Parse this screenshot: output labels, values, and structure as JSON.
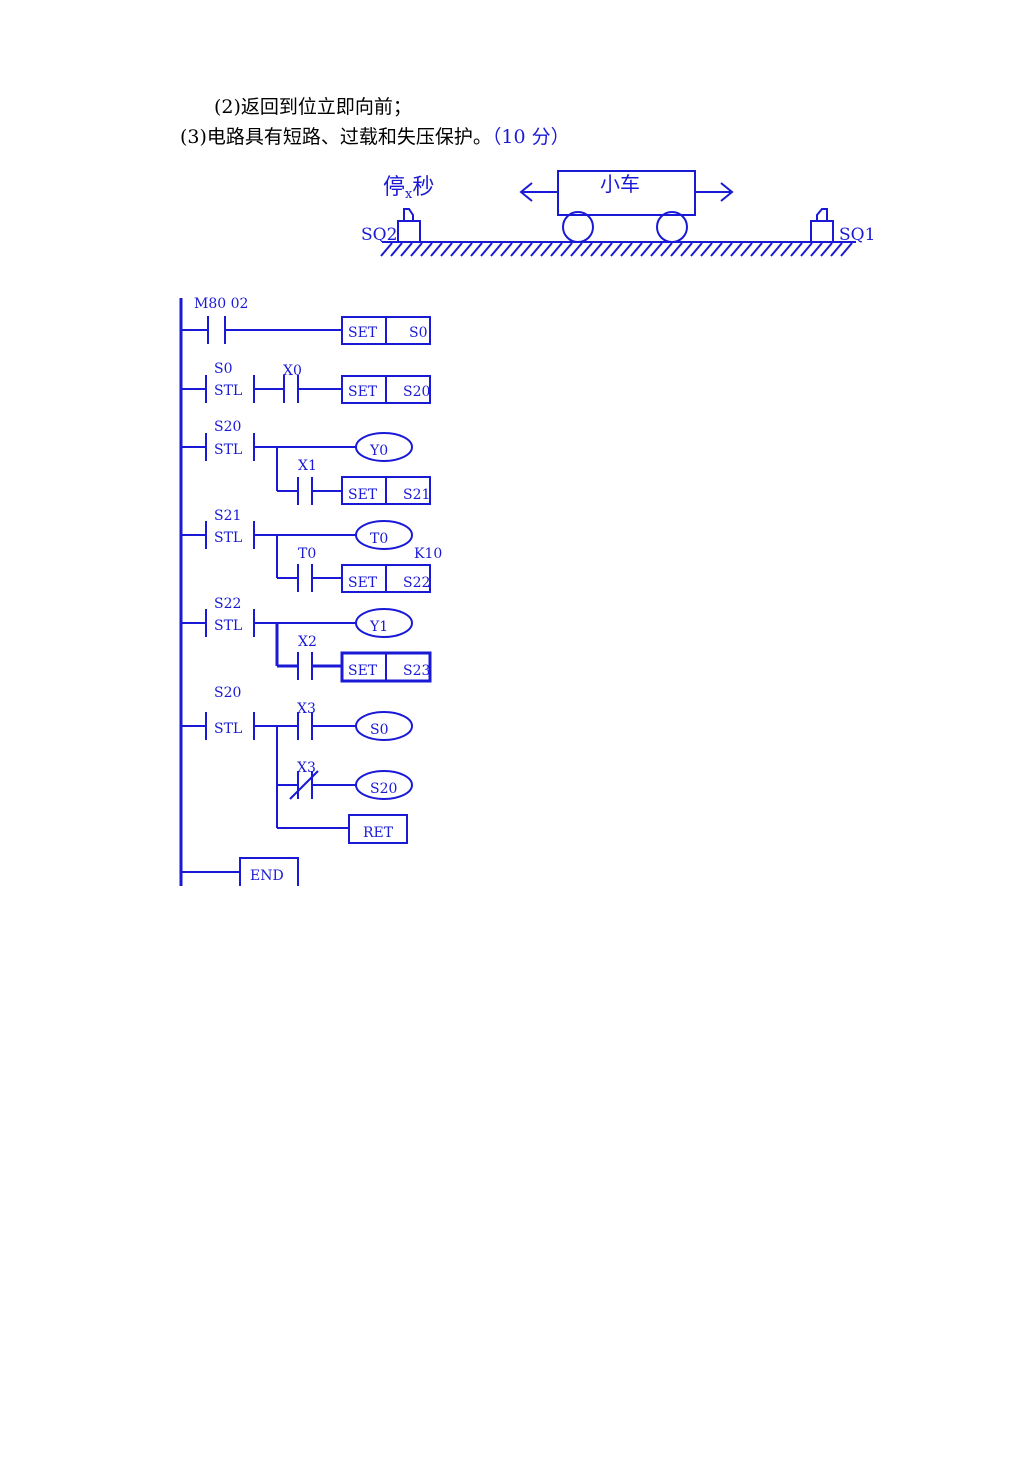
{
  "text": {
    "line2": "(2)返回到位立即向前；",
    "line3_main": "(3)电路具有短路、过载和失压保护。",
    "line3_score": "（10 分）"
  },
  "cart_diagram": {
    "stop_label_pre": "停",
    "stop_label_sub": "x",
    "stop_label_post": "秒",
    "cart_label": "小车",
    "left_switch": "SQ2",
    "right_switch": "SQ1"
  },
  "ladder": {
    "rung1": {
      "contact": "M80 02",
      "box_left": "SET",
      "box_right": "S0"
    },
    "rung2": {
      "stl_top": "S0",
      "stl_bottom": "STL",
      "contact": "X0",
      "box_left": "SET",
      "box_right": "S20"
    },
    "rung3": {
      "stl_top": "S20",
      "stl_bottom": "STL",
      "coil": "Y0",
      "contact": "X1",
      "box_left": "SET",
      "box_right": "S21"
    },
    "rung4": {
      "stl_top": "S21",
      "stl_bottom": "STL",
      "coil": "T0",
      "k_value": "K10",
      "contact": "T0",
      "box_left": "SET",
      "box_right": "S22"
    },
    "rung5": {
      "stl_top": "S22",
      "stl_bottom": "STL",
      "coil": "Y1",
      "contact": "X2",
      "box_left": "SET",
      "box_right": "S23"
    },
    "rung6": {
      "stl_top": "S20",
      "stl_bottom": "STL",
      "contact1": "X3",
      "coil1": "S0",
      "contact2": "X3",
      "coil2": "S20",
      "ret": "RET"
    },
    "end": "END"
  },
  "colors": {
    "diagram": "#1a1ad6",
    "text": "#000000"
  }
}
